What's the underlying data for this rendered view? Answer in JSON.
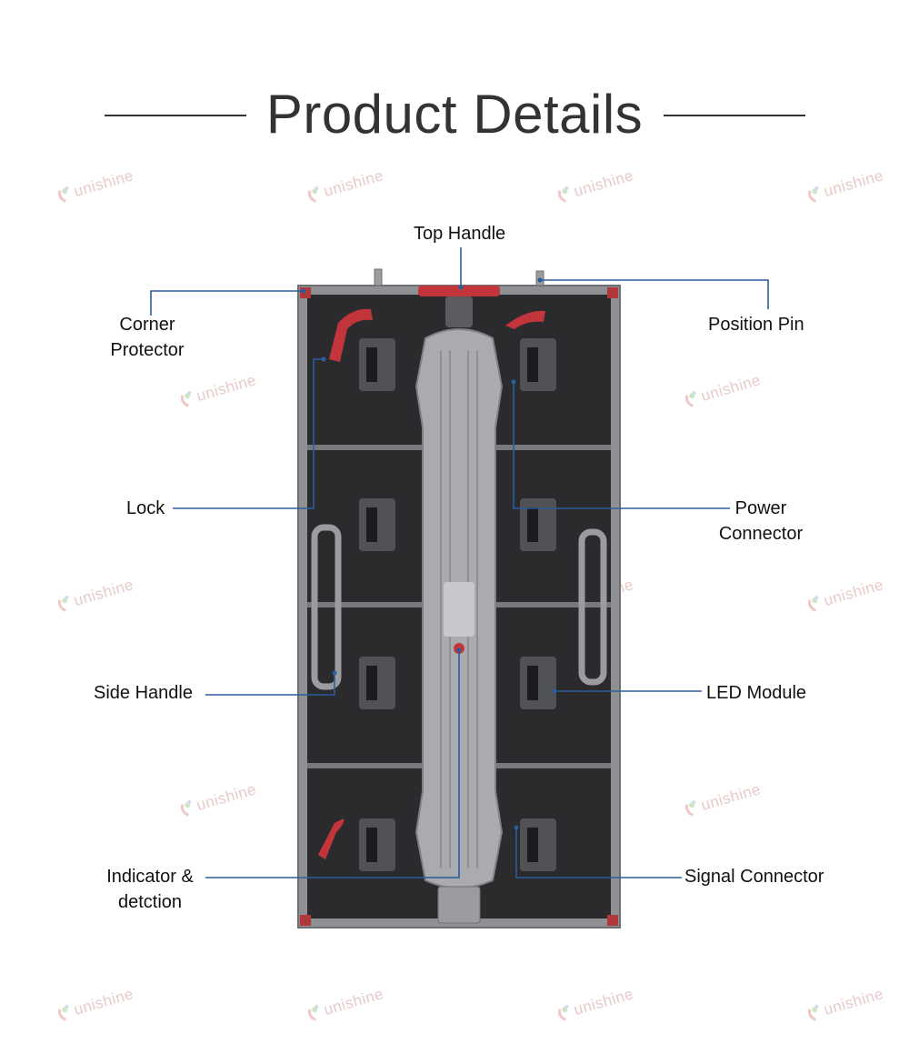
{
  "title": "Product Details",
  "watermark": "unishine",
  "labels": {
    "top_handle": "Top Handle",
    "corner_protector_1": "Corner",
    "corner_protector_2": "Protector",
    "position_pin": "Position Pin",
    "lock": "Lock",
    "power_connector_1": "Power",
    "power_connector_2": "Connector",
    "side_handle": "Side Handle",
    "led_module": "LED Module",
    "indicator_1": "Indicator &",
    "indicator_2": "detction",
    "signal_connector": "Signal Connector"
  },
  "colors": {
    "callout_line": "#2a5d9f",
    "accent_red": "#c2353a",
    "cabinet_dark": "#2b2b2e",
    "frame_metal": "#9a9ca0"
  }
}
